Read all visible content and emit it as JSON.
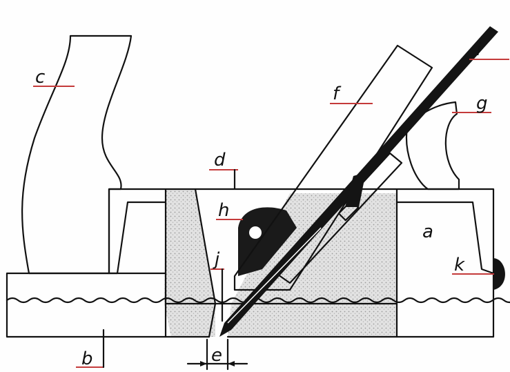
{
  "diagram": {
    "labels": {
      "a": "a",
      "b": "b",
      "c": "c",
      "d": "d",
      "e": "e",
      "f": "f",
      "g": "g",
      "h": "h",
      "i": "i",
      "j": "j",
      "k": "k"
    },
    "colors": {
      "outline": "#111111",
      "leader": "#c43a3a",
      "stipple": "#c9c9c9",
      "background": "#fefefe"
    }
  }
}
